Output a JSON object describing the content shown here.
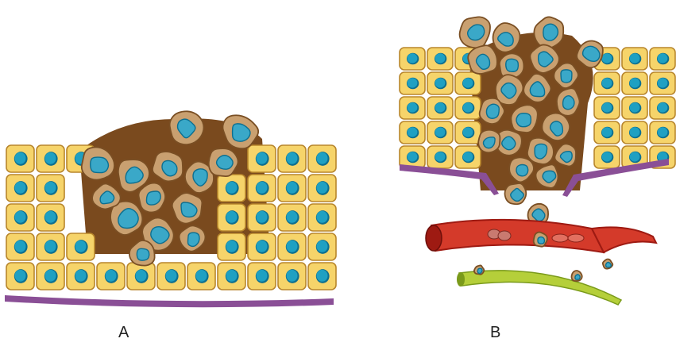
{
  "panels": [
    {
      "id": "A",
      "label": "A"
    },
    {
      "id": "B",
      "label": "B"
    }
  ],
  "colors": {
    "normal_cell_fill": "#f6d46a",
    "normal_cell_stroke": "#b8862c",
    "nucleus": "#1fa0c2",
    "nucleus_dark": "#0d6f90",
    "tumor_cell_fill": "#c9a070",
    "tumor_cell_stroke": "#7a4f24",
    "tumor_nucleus": "#3aa8c8",
    "stroma": "#7a4a1e",
    "basement_membrane": "#8a4f96",
    "blood_vessel": "#d43a2a",
    "blood_vessel_dark": "#9e1a12",
    "lymph_vessel": "#b5cf3a",
    "lymph_vessel_dark": "#7a9a1a"
  }
}
